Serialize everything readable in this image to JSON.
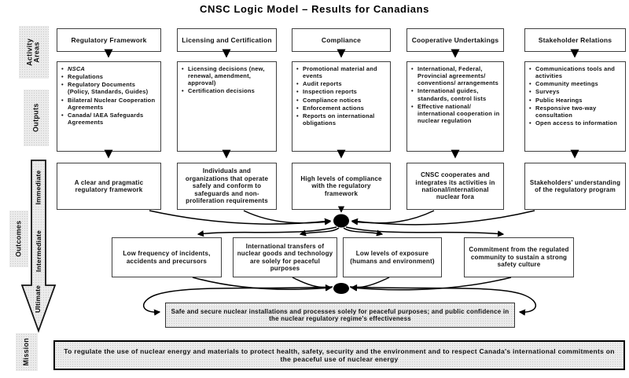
{
  "title": "CNSC Logic Model – Results for Canadians",
  "side_labels": {
    "activity_areas": "Activity Areas",
    "outputs": "Outputs",
    "outcomes": "Outcomes",
    "mission": "Mission"
  },
  "outcome_arrow_labels": {
    "immediate": "Immediate",
    "intermediate": "Intermediate",
    "ultimate": "Ultimate"
  },
  "columns": [
    {
      "header": "Regulatory Framework",
      "outputs": [
        "NSCA",
        "Regulations",
        "Regulatory Documents (Policy, Standards, Guides)",
        "Bilateral Nuclear Cooperation Agreements",
        "Canada/ IAEA Safeguards Agreements"
      ],
      "immediate_outcome": "A clear and pragmatic regulatory framework"
    },
    {
      "header": "Licensing and Certification",
      "outputs": [
        "Licensing decisions (new, renewal, amendment, approval)",
        "Certification decisions"
      ],
      "immediate_outcome": "Individuals and organizations that operate safely and conform to safeguards and non-proliferation requirements"
    },
    {
      "header": "Compliance",
      "outputs": [
        "Promotional material and events",
        "Audit reports",
        "Inspection reports",
        "Compliance notices",
        "Enforcement actions",
        "Reports on international obligations"
      ],
      "immediate_outcome": "High levels of compliance with the regulatory framework"
    },
    {
      "header": "Cooperative Undertakings",
      "outputs": [
        "International, Federal, Provincial agreements/ conventions/ arrangements",
        "International guides, standards, control lists",
        "Effective national/ international cooperation in nuclear regulation"
      ],
      "immediate_outcome": "CNSC cooperates and integrates its activities in national/international nuclear fora"
    },
    {
      "header": "Stakeholder Relations",
      "outputs": [
        "Communications tools and activities",
        "Community meetings",
        "Surveys",
        "Public Hearings",
        "Responsive two-way consultation",
        "Open access to information"
      ],
      "immediate_outcome": "Stakeholders' understanding of the regulatory program"
    }
  ],
  "intermediate_outcomes": [
    "Low frequency of incidents, accidents and precursors",
    "International transfers of nuclear goods and technology are solely for peaceful purposes",
    "Low levels of exposure (humans and environment)",
    "Commitment from the regulated community to sustain a strong safety culture"
  ],
  "ultimate_outcome": "Safe and secure nuclear installations and processes solely for peaceful purposes; and public confidence in the nuclear regulatory regime's effectiveness",
  "mission": "To regulate the use of nuclear energy and materials to protect health, safety, security and the environment and to respect Canada's international commitments on the peaceful use of nuclear energy",
  "colors": {
    "label_fill": "#ebebeb",
    "box_border": "#3f3f3f",
    "connector": "#000000"
  }
}
